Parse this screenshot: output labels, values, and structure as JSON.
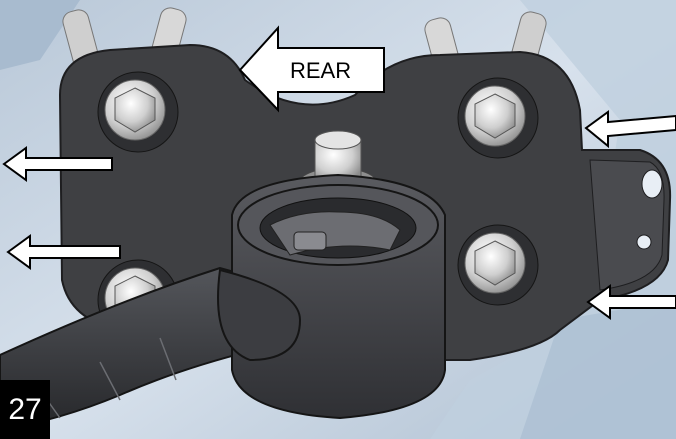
{
  "illustration": {
    "subject": "suspension-bushing-bracket-assembly",
    "direction_label": "REAR",
    "step_number": "27",
    "arrow_count": 4,
    "colors": {
      "background": "#c9d6e4",
      "bracket": "#3f4043",
      "bushing": "#45464a",
      "bolt": "#d9d9d9",
      "arrow_fill": "#ffffff",
      "arrow_stroke": "#000000",
      "badge": "#000000"
    }
  }
}
